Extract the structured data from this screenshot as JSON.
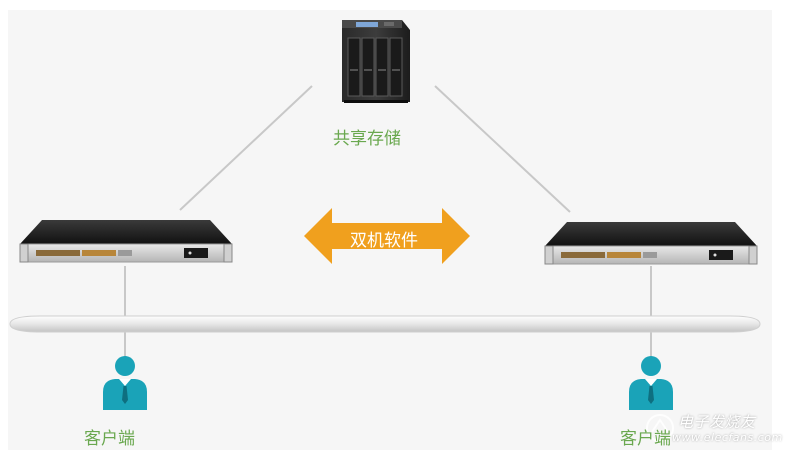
{
  "diagram": {
    "storage_label": "共享存储",
    "arrow_label": "双机软件",
    "client_left_label": "客户端",
    "client_right_label": "客户端",
    "watermark_text": "电子发烧友",
    "watermark_url": "www.elecfans.com"
  },
  "colors": {
    "panel_bg": "#f6f6f6",
    "label_green": "#6aa84f",
    "arrow_orange": "#f0a01e",
    "user_teal": "#1aa3b8",
    "line_gray": "#c8c8c8"
  },
  "icons": [
    "nas-storage-icon",
    "rack-server-icon",
    "rack-server-icon",
    "user-icon",
    "user-icon",
    "double-arrow-icon"
  ]
}
